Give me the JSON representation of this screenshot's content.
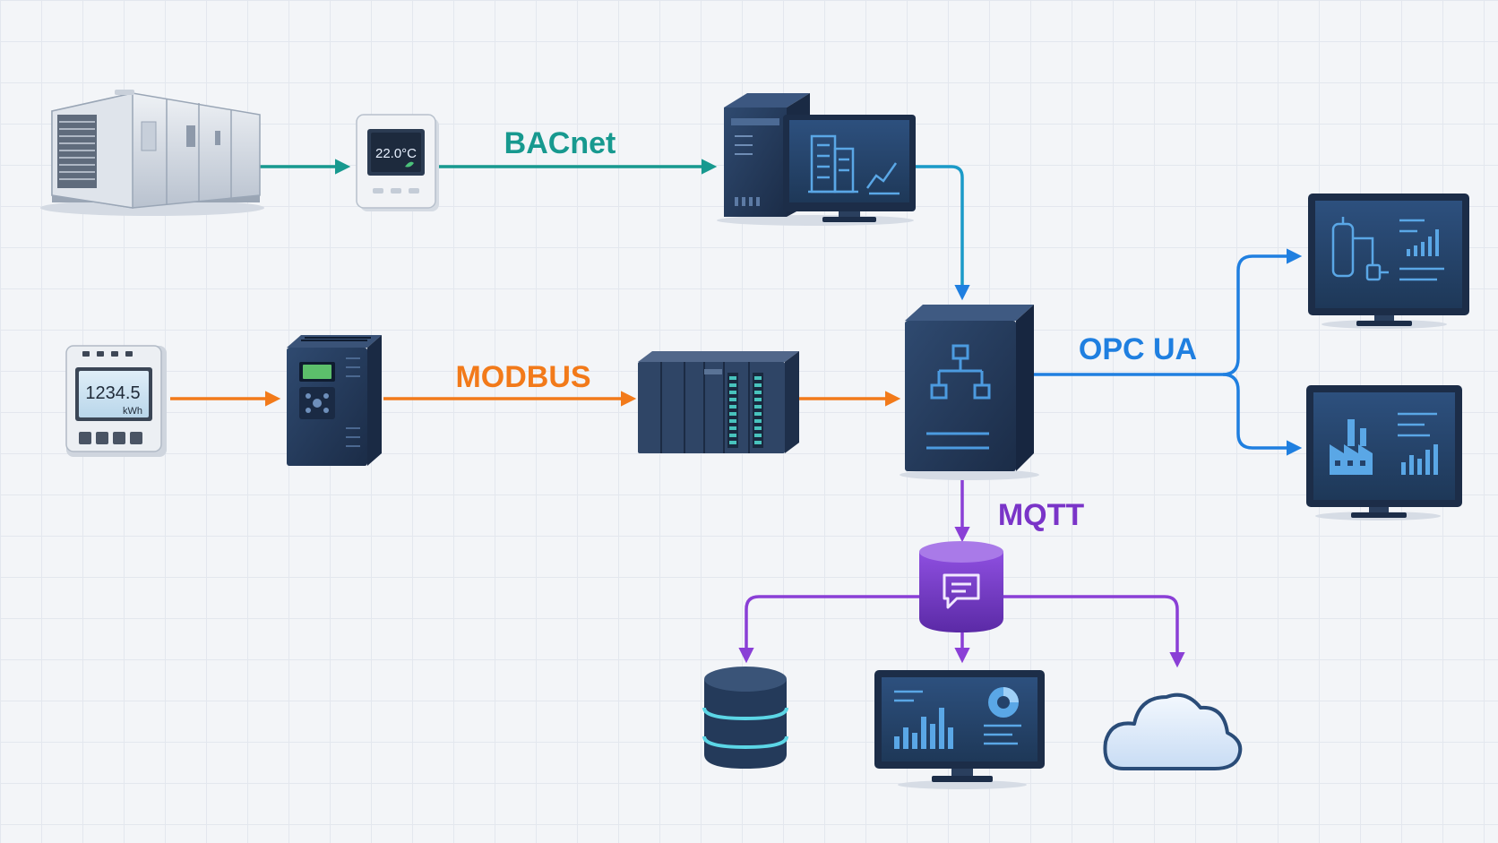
{
  "protocols": {
    "bacnet": "BACnet",
    "modbus": "MODBUS",
    "opcua": "OPC UA",
    "mqtt": "MQTT"
  },
  "thermostat": {
    "reading": "22.0°C"
  },
  "energy_meter": {
    "reading": "1234.5",
    "unit": "kWh"
  },
  "colors": {
    "bacnet": "#17998f",
    "modbus": "#f27a1a",
    "opcua": "#1f7fe0",
    "mqtt": "#8a3fd6",
    "device_dark": "#25395a",
    "screen": "#2b4a74",
    "screen_accent": "#4c9be0"
  },
  "icons": [
    "air-handling-unit-icon",
    "thermostat-icon",
    "bms-workstation-icon",
    "energy-meter-icon",
    "variable-frequency-drive-icon",
    "plc-rack-icon",
    "gateway-server-icon",
    "scada-monitor-icon",
    "factory-monitor-icon",
    "mqtt-broker-icon",
    "database-icon",
    "analytics-dashboard-icon",
    "cloud-icon"
  ]
}
